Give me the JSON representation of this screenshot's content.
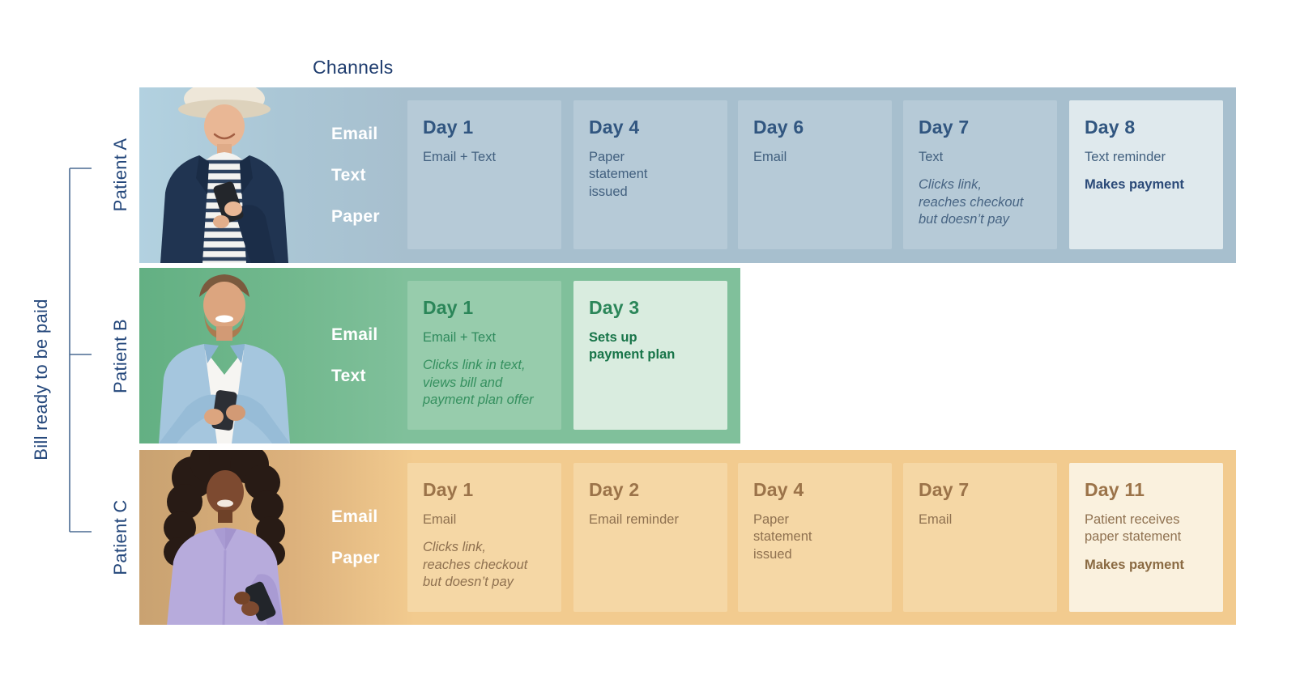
{
  "title": "Channels",
  "axis_label": "Bill ready to be paid",
  "patients": [
    {
      "name": "Patient A",
      "photo": "elderly-woman-holding-phone",
      "channels": [
        "Email",
        "Text",
        "Paper"
      ],
      "cards": [
        {
          "day": "Day 1",
          "note": "Email + Text"
        },
        {
          "day": "Day 4",
          "note": "Paper\nstatement\nissued"
        },
        {
          "day": "Day 6",
          "note": "Email"
        },
        {
          "day": "Day 7",
          "note": "Text",
          "detail": "Clicks link,\nreaches checkout\nbut doesn’t pay"
        },
        {
          "day": "Day 8",
          "note": "Text reminder",
          "action": "Makes payment",
          "highlight": true
        }
      ]
    },
    {
      "name": "Patient B",
      "photo": "smiling-man-holding-phone",
      "channels": [
        "Email",
        "Text"
      ],
      "cards": [
        {
          "day": "Day 1",
          "note": "Email + Text",
          "detail": "Clicks link in text,\nviews bill and\npayment plan offer"
        },
        {
          "day": "Day 3",
          "action": "Sets up\npayment plan",
          "highlight": true
        }
      ]
    },
    {
      "name": "Patient C",
      "photo": "woman-using-phone",
      "channels": [
        "Email",
        "Paper"
      ],
      "cards": [
        {
          "day": "Day 1",
          "note": "Email",
          "detail": "Clicks link,\nreaches checkout\nbut doesn’t pay"
        },
        {
          "day": "Day 2",
          "note": "Email reminder"
        },
        {
          "day": "Day 4",
          "note": "Paper\nstatement\nissued"
        },
        {
          "day": "Day 7",
          "note": "Email"
        },
        {
          "day": "Day 11",
          "note": "Patient receives\npaper statement",
          "action": "Makes payment",
          "highlight": true
        }
      ]
    }
  ],
  "colors": {
    "navy_label": "#24477b",
    "patient_a": {
      "band": "#a7bfce",
      "card": "#b6cad7",
      "highlight": "#dfe9ed",
      "heading": "#315680",
      "text": "#42607f",
      "bold": "#2b4a78"
    },
    "patient_b": {
      "band": "#80c09b",
      "card": "#97ccac",
      "highlight": "#d9ecdf",
      "heading": "#2b8659",
      "text": "#2f8a5d",
      "bold": "#177448"
    },
    "patient_c": {
      "band": "#f2cb8f",
      "card": "#f5d7a5",
      "highlight": "#faf1de",
      "heading": "#9b7349",
      "text": "#8f7150",
      "bold": "#8a6a42"
    }
  }
}
